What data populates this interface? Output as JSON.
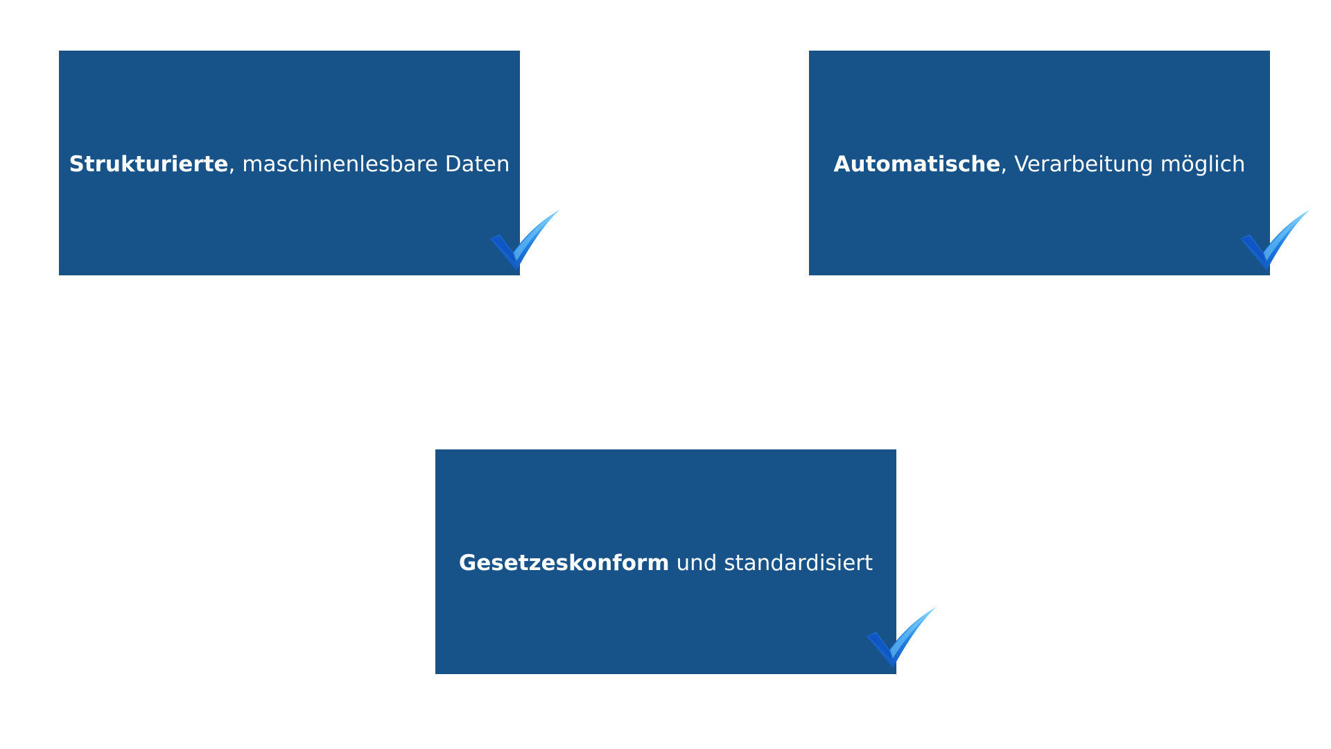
{
  "theme": {
    "card_color": "#175389",
    "text_color": "#ffffff",
    "check_color_light": "#5cc0f5",
    "check_color_mid": "#1f7fe0",
    "check_color_dark": "#0b47b3"
  },
  "cards": [
    {
      "bold": "Strukturierte",
      "rest": ", maschinenlesbare Daten",
      "icon": "checkmark-icon"
    },
    {
      "bold": "Automatische",
      "rest": ", Verarbeitung möglich",
      "icon": "checkmark-icon"
    },
    {
      "bold": "Gesetzeskonform",
      "rest": " und standardisiert",
      "icon": "checkmark-icon"
    }
  ]
}
